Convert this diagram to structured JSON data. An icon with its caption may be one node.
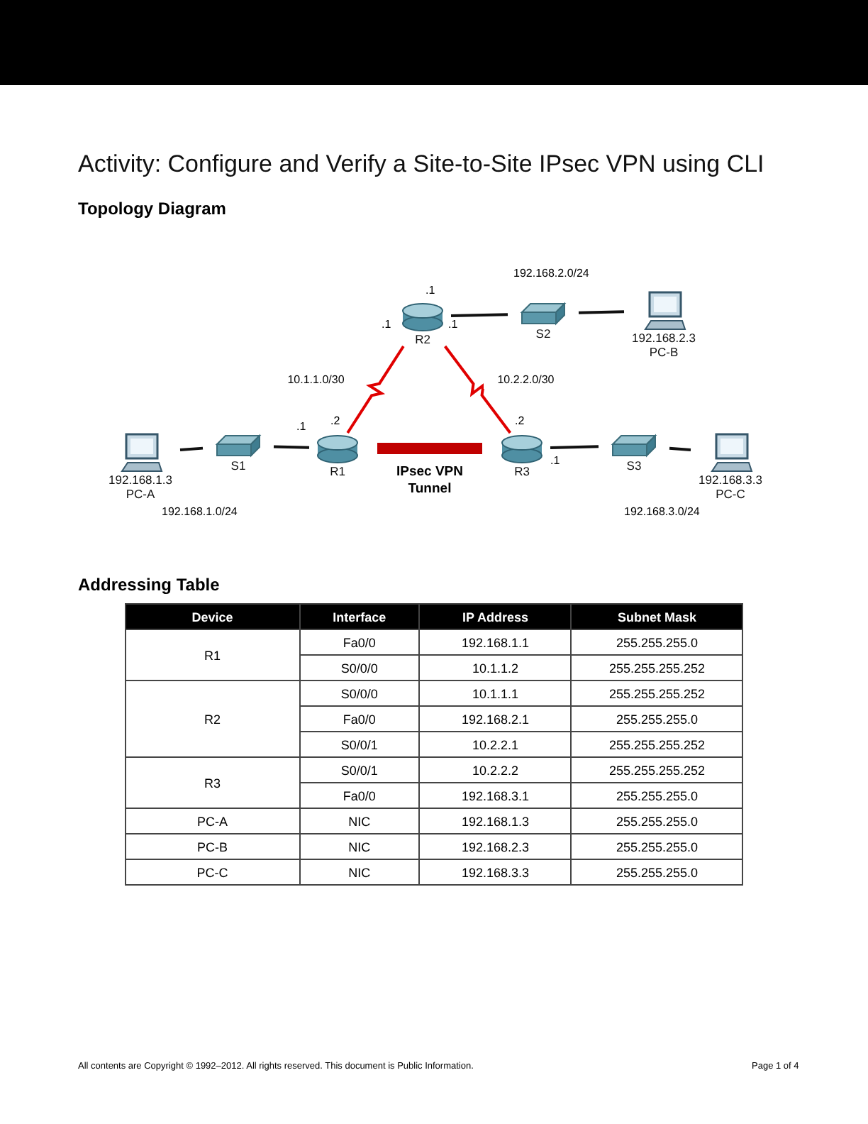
{
  "diagram": {
    "title": "Activity: Configure and Verify a Site-to-Site IPsec VPN using CLI",
    "nodes": [
      {
        "text": [
          "192.168.1.3",
          "PC-A"
        ]
      },
      {
        "text": [
          "S1"
        ]
      },
      {
        "text": [
          "R1"
        ]
      },
      {
        "text": [
          "R2"
        ]
      },
      {
        "text": [
          "S2"
        ]
      },
      {
        "text": [
          "192.168.2.3",
          "PC-B"
        ]
      },
      {
        "text": [
          "R3"
        ]
      },
      {
        "text": [
          "S3"
        ]
      },
      {
        "text": [
          "192.168.3.3",
          "PC-C"
        ]
      }
    ],
    "edges": [
      {
        "from": 0,
        "to": 1,
        "arrow": "none"
      },
      {
        "from": 1,
        "to": 2,
        "arrow": "none"
      },
      {
        "from": 2,
        "to": 3,
        "arrow": "none",
        "label": "10.1.1.0/30",
        "color": "#e00000"
      },
      {
        "from": 3,
        "to": 6,
        "arrow": "none",
        "label": "10.2.2.0/30",
        "color": "#e00000"
      },
      {
        "from": 3,
        "to": 4,
        "arrow": "none"
      },
      {
        "from": 4,
        "to": 5,
        "arrow": "none"
      },
      {
        "from": 6,
        "to": 7,
        "arrow": "none"
      },
      {
        "from": 7,
        "to": 8,
        "arrow": "none"
      },
      {
        "from": 2,
        "to": 6,
        "arrow": "none",
        "label": "IPsec VPN Tunnel",
        "style": "thick",
        "color": "#c00000"
      }
    ],
    "labels": [
      "Topology Diagram",
      "192.168.2.0/24",
      ".1",
      ".1",
      ".1",
      ".1",
      ".2",
      ".2",
      ".1",
      "192.168.1.0/24",
      "192.168.3.0/24",
      "Addressing Table",
      "Device",
      "Interface",
      "IP Address",
      "Subnet Mask",
      "R1",
      "Fa0/0",
      "192.168.1.1",
      "255.255.255.0",
      "S0/0/0",
      "10.1.1.2",
      "255.255.255.252",
      "R2",
      "S0/0/0",
      "10.1.1.1",
      "255.255.255.252",
      "Fa0/0",
      "192.168.2.1",
      "255.255.255.0",
      "S0/0/1",
      "10.2.2.1",
      "255.255.255.252",
      "R3",
      "S0/0/1",
      "10.2.2.2",
      "255.255.255.252",
      "Fa0/0",
      "192.168.3.1",
      "255.255.255.0",
      "PC-A",
      "NIC",
      "192.168.1.3",
      "255.255.255.0",
      "PC-B",
      "NIC",
      "192.168.2.3",
      "255.255.255.0",
      "PC-C",
      "NIC",
      "192.168.3.3",
      "255.255.255.0",
      "All contents are Copyright © 1992–2012. All rights reserved. This document is Public Information.",
      "Page 1 of 4"
    ]
  }
}
